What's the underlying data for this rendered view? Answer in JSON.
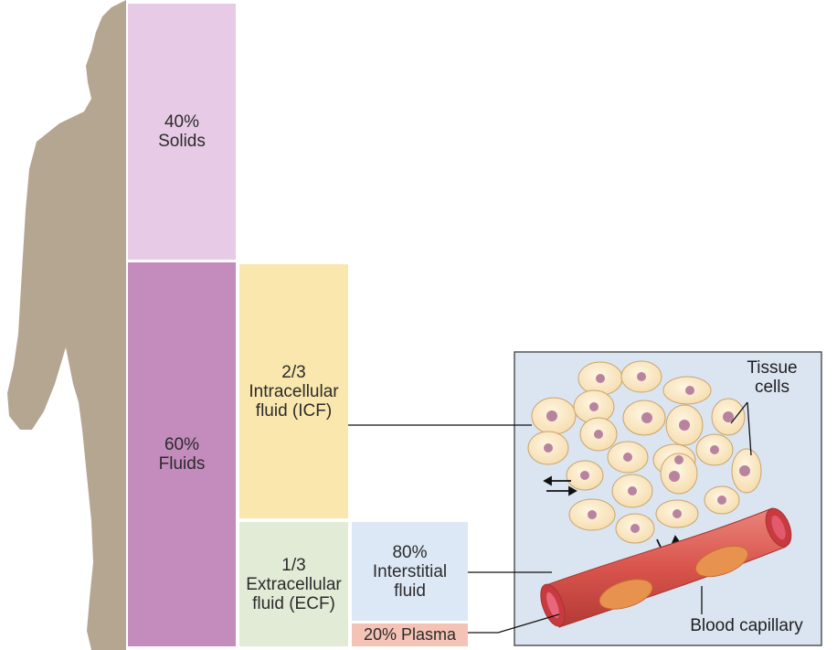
{
  "solids": {
    "percent": "40%",
    "name": "Solids"
  },
  "fluids": {
    "percent": "60%",
    "name": "Fluids"
  },
  "icf": {
    "fraction": "2/3",
    "line1": "Intracellular",
    "line2": "fluid (ICF)"
  },
  "ecf": {
    "fraction": "1/3",
    "line1": "Extracellular",
    "line2": "fluid (ECF)"
  },
  "interstitial": {
    "percent": "80%",
    "line1": "Interstitial",
    "line2": "fluid"
  },
  "plasma": {
    "label": "20% Plasma"
  },
  "inset": {
    "tissue_label_1": "Tissue",
    "tissue_label_2": "cells",
    "capillary_label": "Blood capillary"
  },
  "colors": {
    "body": "#b5a691",
    "solids": "#e7cbe6",
    "fluids": "#c48bbd",
    "icf": "#fae7ae",
    "ecf": "#e1ebd6",
    "interstitial": "#dde8f6",
    "plasma": "#f4c3b5",
    "inset_bg": "#dbe5f1",
    "cell": "#fbe8c4",
    "nucleus": "#b8839e",
    "vessel": "#d9544c"
  }
}
